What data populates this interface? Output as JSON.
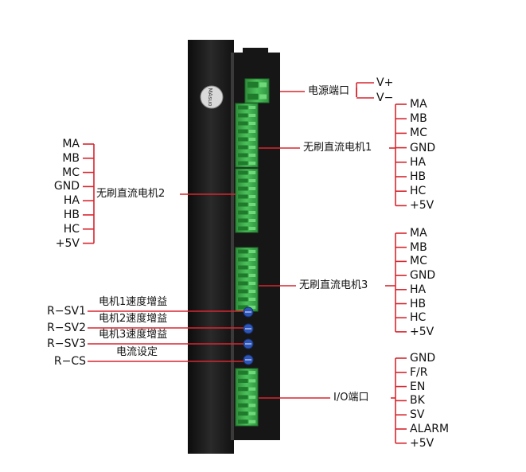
{
  "device": {
    "logo_text": "MAsuo"
  },
  "power_port": {
    "label": "电源端口",
    "pins": [
      "V+",
      "V−"
    ]
  },
  "motor1": {
    "label": "无刷直流电机1",
    "pins": [
      "MA",
      "MB",
      "MC",
      "GND",
      "HA",
      "HB",
      "HC",
      "+5V"
    ]
  },
  "motor2": {
    "label": "无刷直流电机2",
    "pins": [
      "MA",
      "MB",
      "MC",
      "GND",
      "HA",
      "HB",
      "HC",
      "+5V"
    ]
  },
  "motor3": {
    "label": "无刷直流电机3",
    "pins": [
      "MA",
      "MB",
      "MC",
      "GND",
      "HA",
      "HB",
      "HC",
      "+5V"
    ]
  },
  "pots": [
    {
      "id": "R−SV1",
      "desc": "电机1速度增益"
    },
    {
      "id": "R−SV2",
      "desc": "电机2速度增益"
    },
    {
      "id": "R−SV3",
      "desc": "电机3速度增益"
    },
    {
      "id": "R−CS",
      "desc": "电流设定"
    }
  ],
  "io_port": {
    "label": "I/O端口",
    "pins": [
      "GND",
      "F/R",
      "EN",
      "BK",
      "SV",
      "ALARM",
      "+5V"
    ]
  },
  "colors": {
    "line": "#d7262e",
    "body": "#1c1c1c",
    "terminal": "#3daa4a",
    "pot": "#2d55b8"
  }
}
